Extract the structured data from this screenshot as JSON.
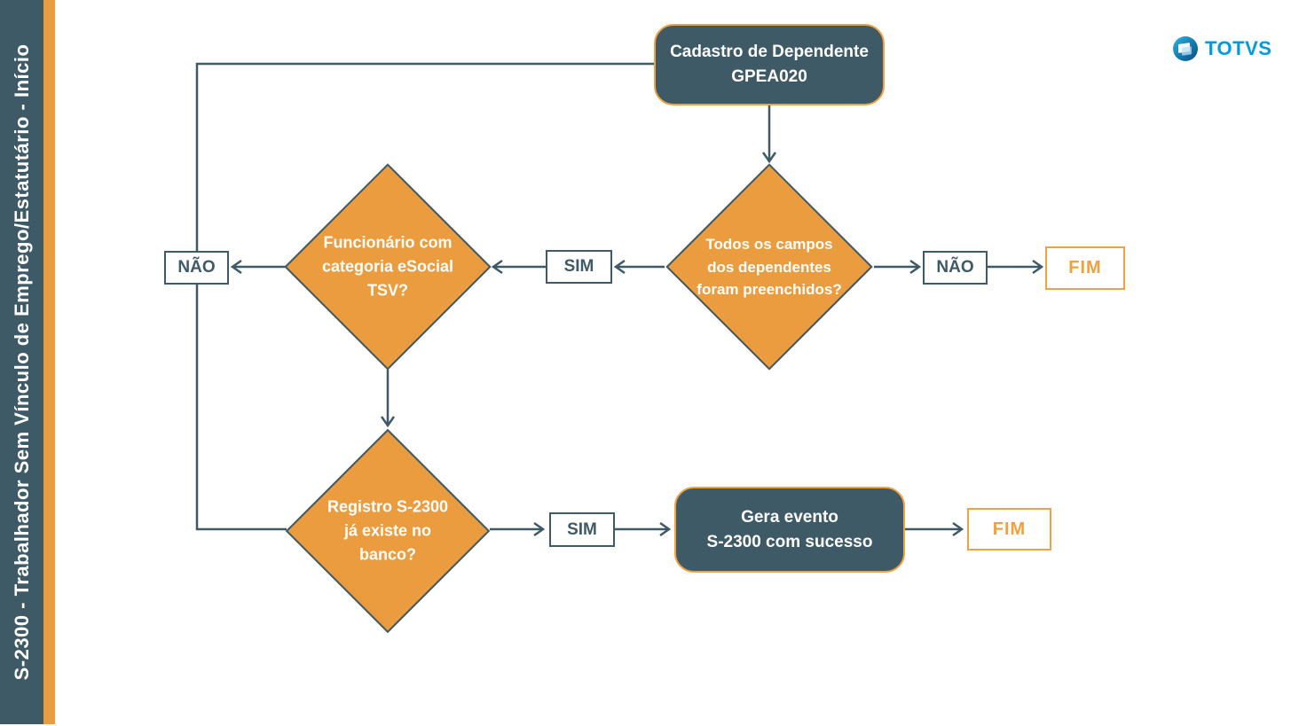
{
  "sidebar": {
    "title": "S-2300 - Trabalhador Sem Vínculo de Emprego/Estatutário - Início"
  },
  "logo": {
    "text": "TOTVS"
  },
  "colors": {
    "dark_slate": "#3e5a66",
    "orange": "#ea9c3e",
    "logo_blue": "#009ade",
    "white": "#ffffff"
  },
  "flowchart": {
    "start_box": {
      "line1": "Cadastro de Dependente",
      "line2": "GPEA020"
    },
    "decision_campos": {
      "line1": "Todos os campos",
      "line2": "dos dependentes",
      "line3": "foram preenchidos?"
    },
    "decision_categoria": {
      "line1": "Funcionário com",
      "line2": "categoria eSocial",
      "line3": "TSV?"
    },
    "decision_registro": {
      "line1": "Registro S-2300",
      "line2": "já existe no",
      "line3": "banco?"
    },
    "process_gera": {
      "line1": "Gera evento",
      "line2": "S-2300 com sucesso"
    },
    "labels": {
      "sim_mid": "SIM",
      "nao_left": "NÃO",
      "nao_right": "NÃO",
      "fim_right": "FIM",
      "sim_bottom": "SIM",
      "fim_bottom": "FIM"
    }
  }
}
